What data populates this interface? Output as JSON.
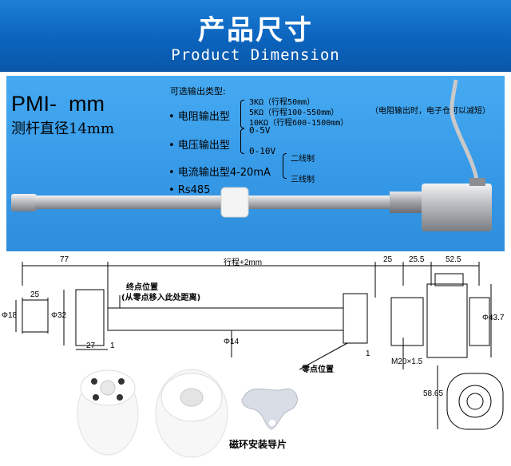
{
  "header": {
    "title_cn": "产品尺寸",
    "title_en": "Product Dimension"
  },
  "product": {
    "model": "PMI-  mm",
    "rod_diameter": "测杆直径14mm",
    "options_title": "可选输出类型:",
    "resistance_label": "电阻输出型",
    "resistance_options": [
      "3KΩ（行程50mm）",
      "5KΩ（行程100-550mm）",
      "10KΩ（行程600-1500mm）"
    ],
    "resistance_note": "（电阻输出时，电子仓可以减短）",
    "voltage_label": "电压输出型",
    "voltage_options": [
      "0-5V",
      "0-10V"
    ],
    "current_label": "电流输出型4-20mA",
    "current_options": [
      "二线制",
      "三线制"
    ],
    "rs485_label": "Rs485"
  },
  "drawing": {
    "dim_77": "77",
    "dim_stroke": "行程+2mm",
    "dim_25_right": "25",
    "dim_25_5": "25.5",
    "dim_52_5": "52.5",
    "dim_25_left": "25",
    "dim_18": "Φ18",
    "dim_32": "Φ32",
    "dim_27": "27",
    "dim_1_left": "1",
    "dim_14": "Φ14",
    "dim_1_right": "1",
    "dim_m20": "M20×1.5",
    "dim_43_7": "Φ43.7",
    "dim_58_65": "58.65",
    "end_point": "终点位置",
    "end_point_note": "(从零点移入此处距离)",
    "zero_point": "零点位置",
    "caption": "磁环安装导片"
  }
}
